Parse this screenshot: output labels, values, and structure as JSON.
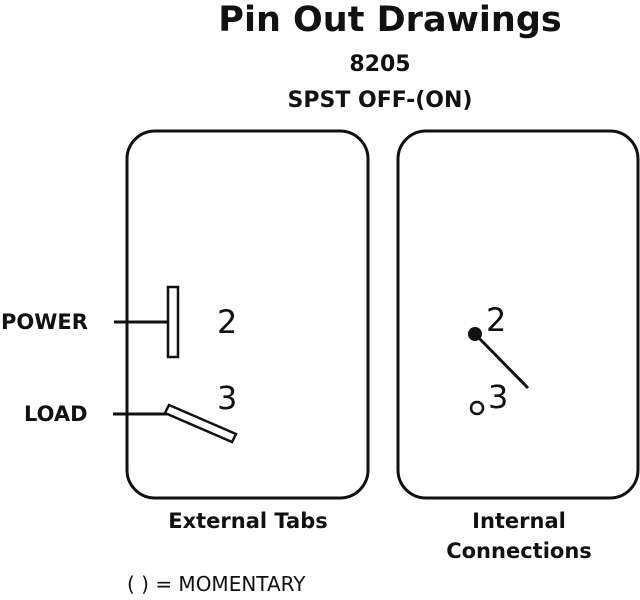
{
  "title": "Pin Out Drawings",
  "part_number": "8205",
  "switch_type": "SPST  OFF-(ON)",
  "external": {
    "caption": "External Tabs",
    "power_label": "POWER",
    "load_label": "LOAD",
    "pin_2": "2",
    "pin_3": "3"
  },
  "internal": {
    "caption_line1": "Internal",
    "caption_line2": "Connections",
    "pin_2": "2",
    "pin_3": "3"
  },
  "legend": "( ) = MOMENTARY"
}
